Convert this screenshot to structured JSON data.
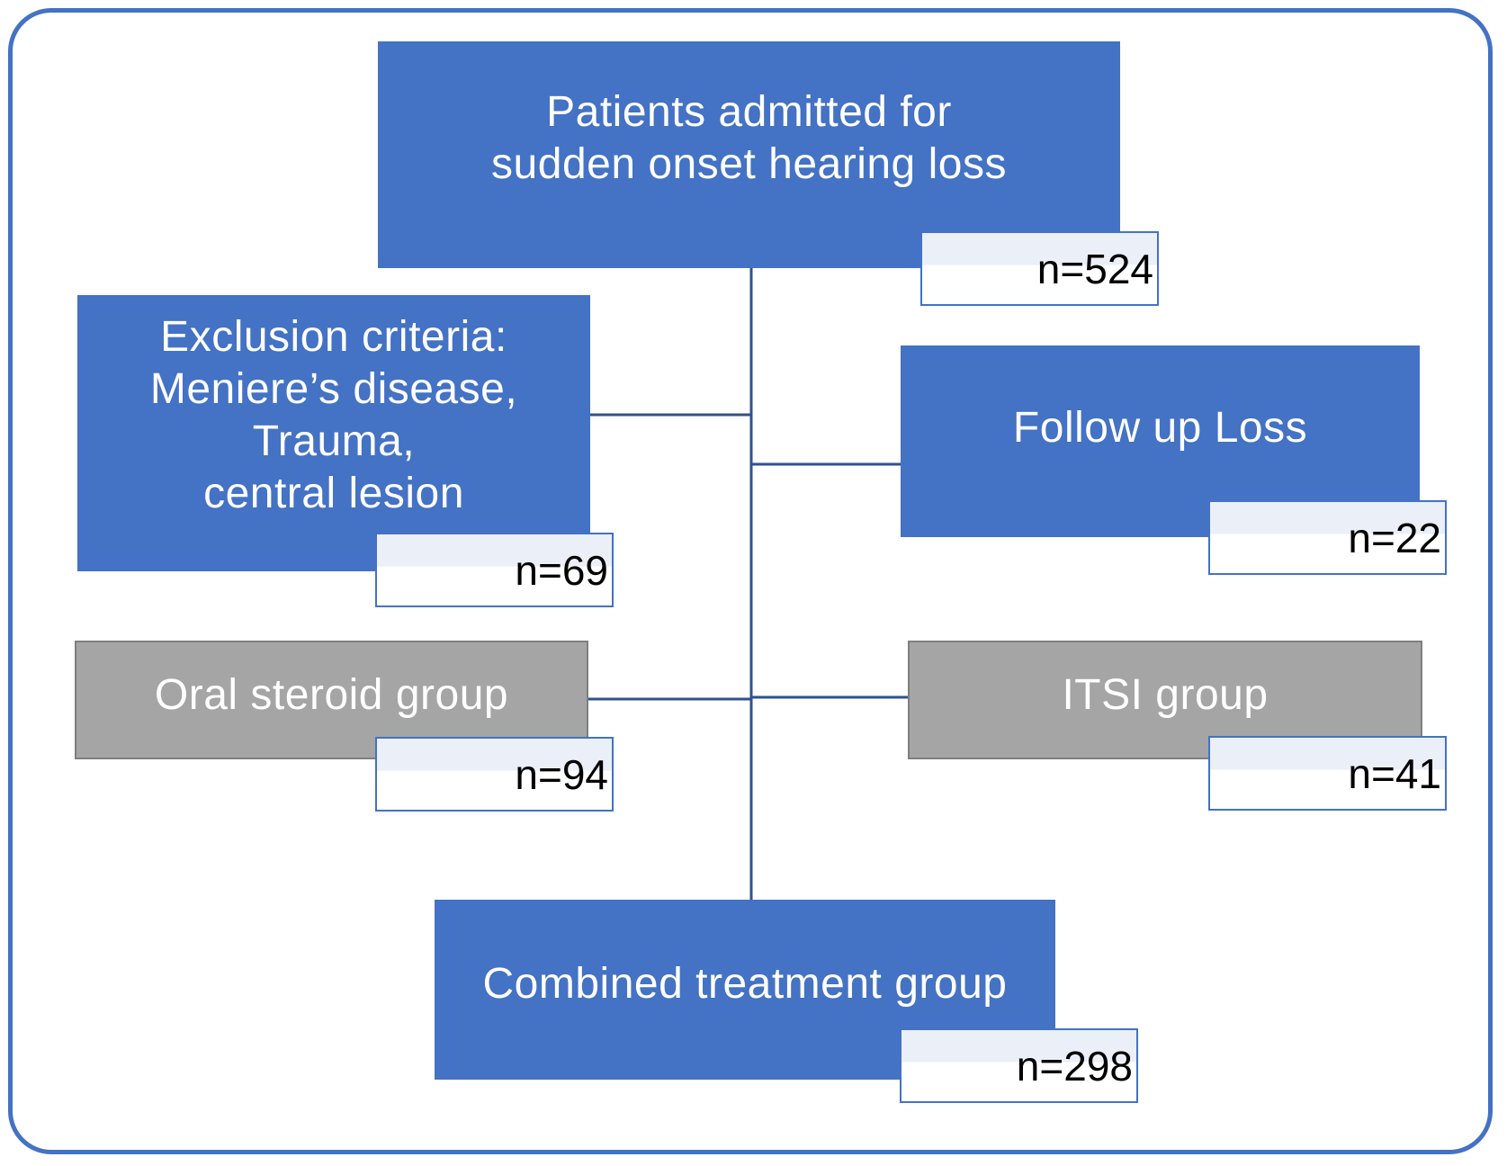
{
  "colors": {
    "frame": "#4472c4",
    "box_blue": "#4472c4",
    "box_gray": "#a5a5a5",
    "line": "#2f528f"
  },
  "nodes": {
    "admitted": {
      "label": "Patients admitted for\nsudden onset hearing loss",
      "count": "n=524"
    },
    "exclusion": {
      "label": "Exclusion criteria:\nMeniere’s disease,\nTrauma,\ncentral lesion",
      "count": "n=69"
    },
    "follow_up": {
      "label": "Follow up Loss",
      "count": "n=22"
    },
    "oral_steroid": {
      "label": "Oral steroid group",
      "count": "n=94"
    },
    "itsi": {
      "label": "ITSI group",
      "count": "n=41"
    },
    "combined": {
      "label": "Combined treatment group",
      "count": "n=298"
    }
  }
}
